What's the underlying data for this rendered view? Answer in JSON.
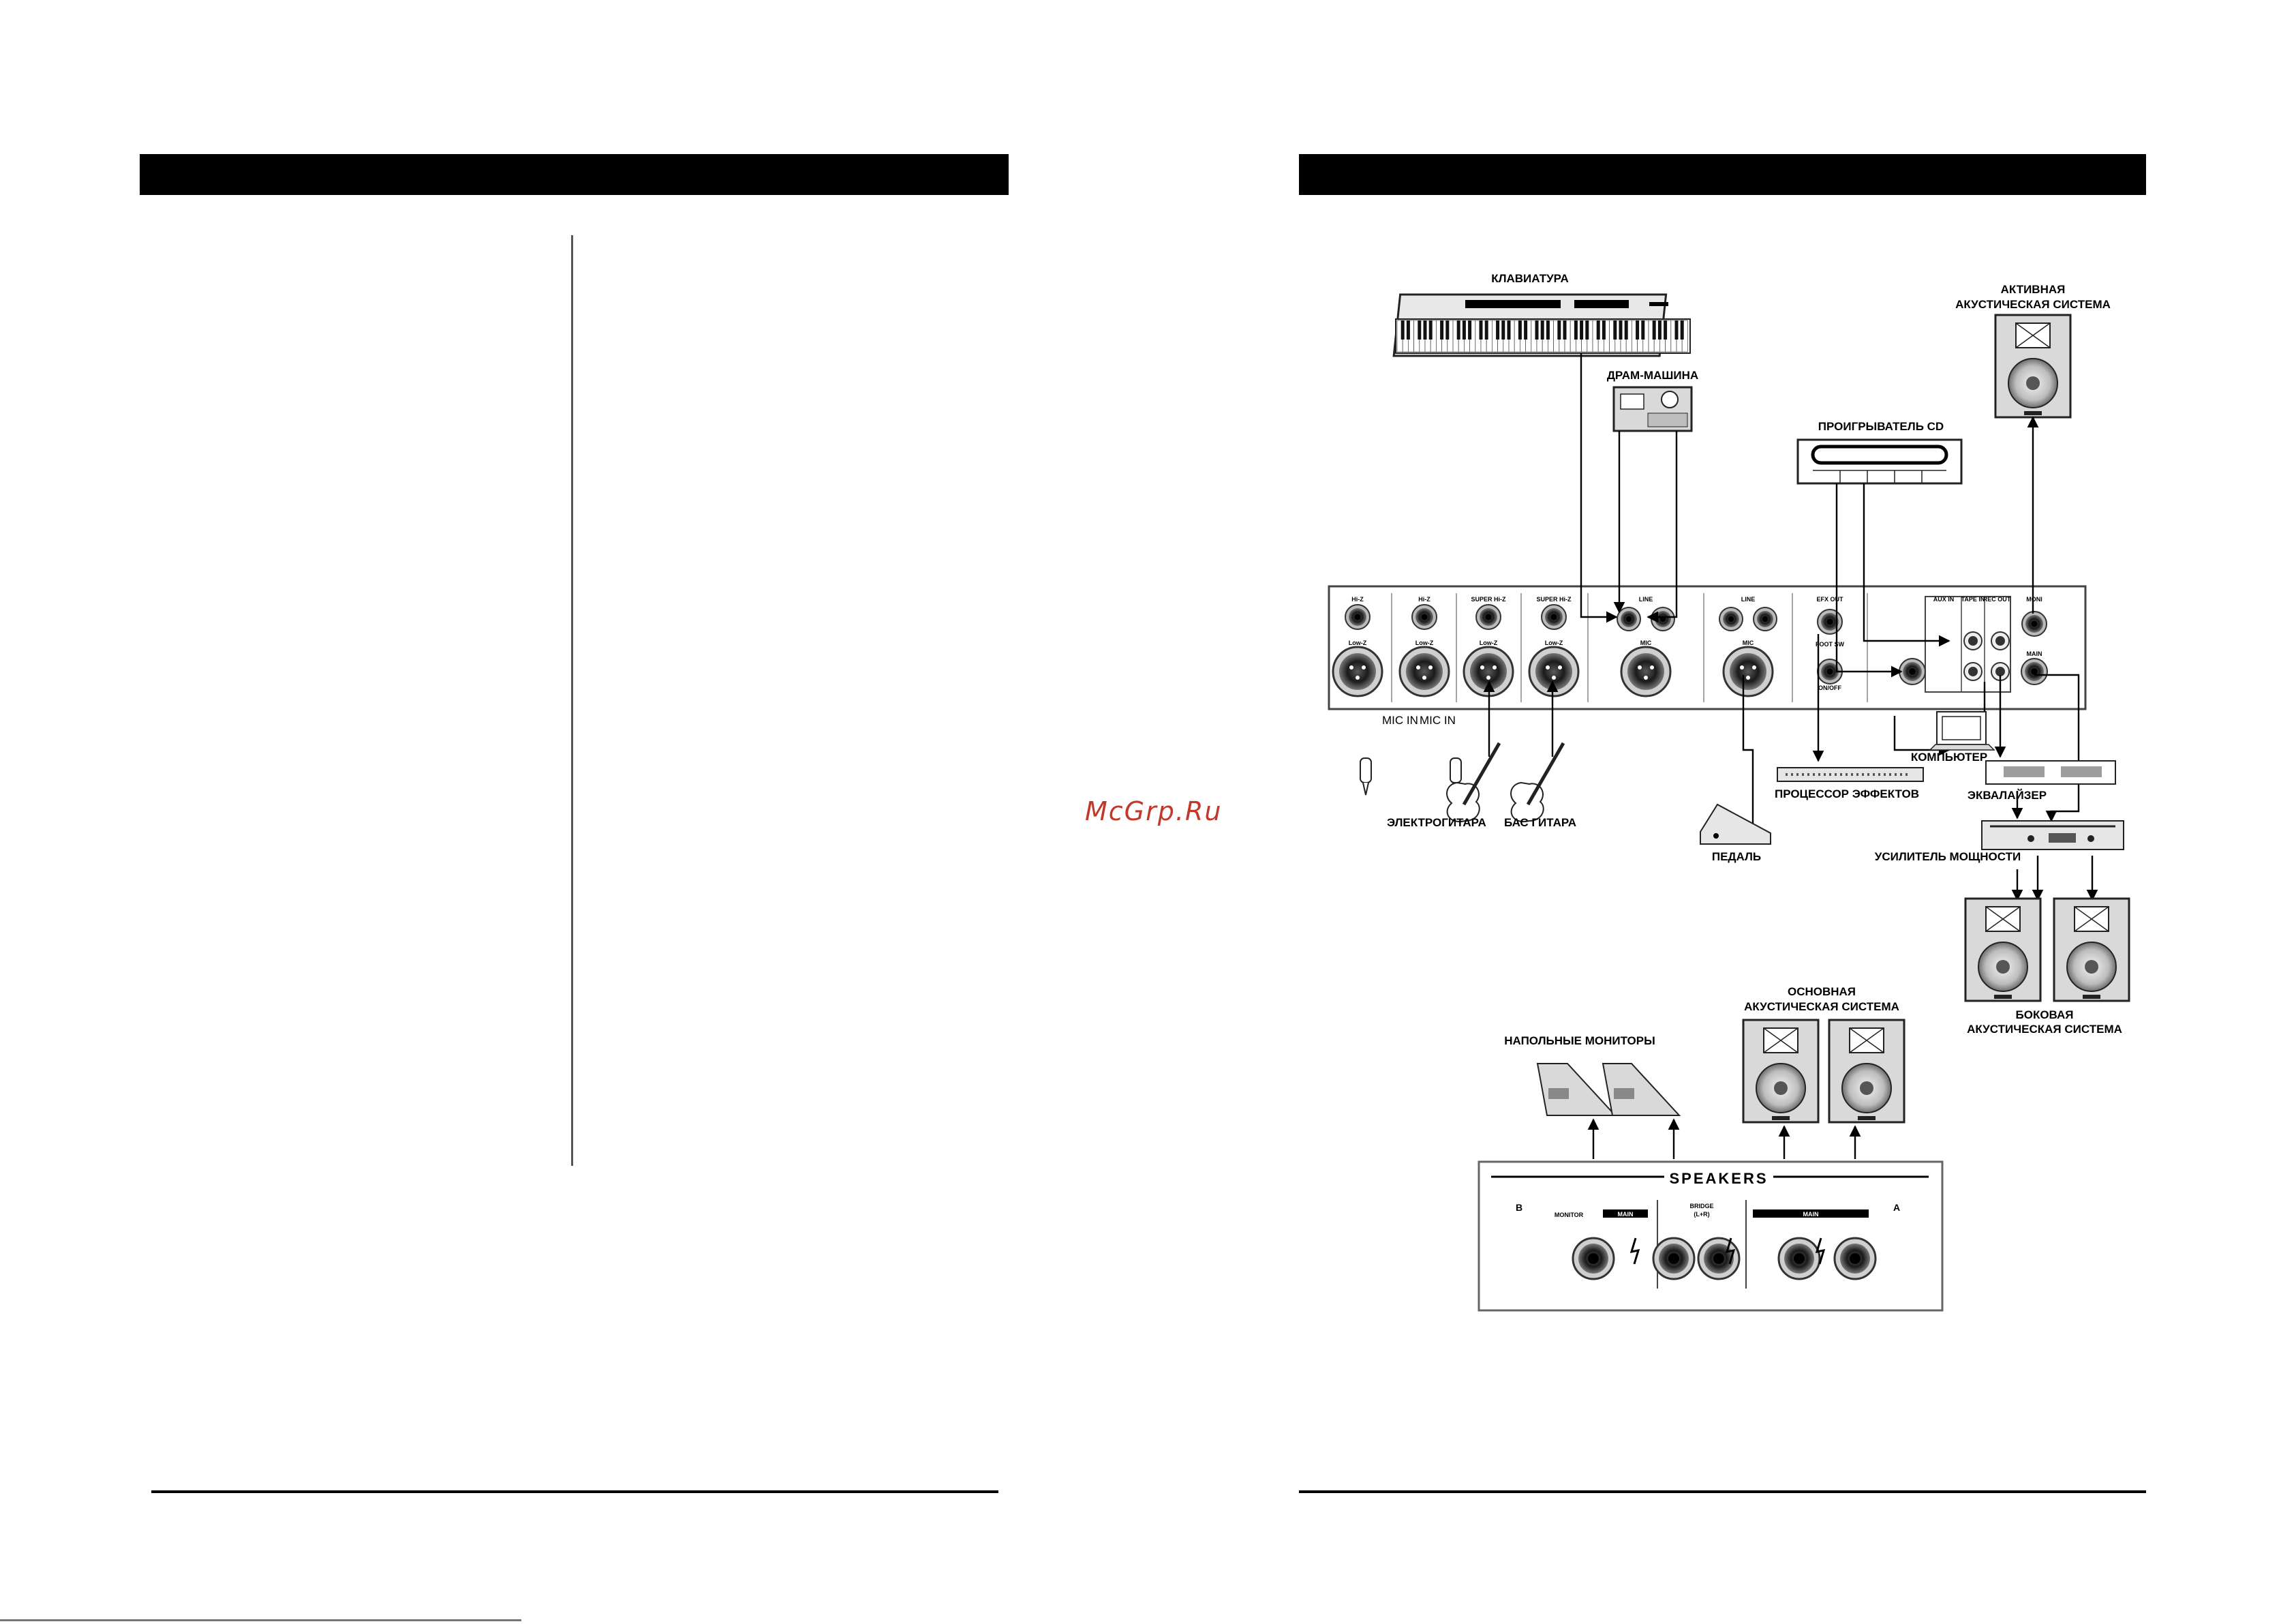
{
  "watermark": "McGrp.Ru",
  "colors": {
    "header_bar": "#000000",
    "watermark": "#c0392b",
    "panel_bg": "#ffffff",
    "device_grey": "#d9d9d9"
  },
  "icons": [
    "keyboard-icon",
    "drum-machine-icon",
    "cd-player-icon",
    "speaker-icon",
    "microphone-icon",
    "guitar-icon",
    "pedal-icon",
    "computer-icon",
    "equalizer-icon",
    "amplifier-icon",
    "floor-monitor-icon",
    "xlr-jack-icon",
    "quarter-inch-jack-icon"
  ],
  "diagram": {
    "labels": {
      "keyboard": "КЛАВИАТУРА",
      "drum_machine": "ДРАМ-МАШИНА",
      "cd_player": "ПРОИГРЫВАТЕЛЬ CD",
      "active_speaker_1": "АКТИВНАЯ",
      "active_speaker_2": "АКУСТИЧЕСКАЯ СИСТЕМА",
      "mic_in_1": "MIC IN",
      "mic_in_2": "MIC IN",
      "electric_guitar": "ЭЛЕКТРОГИТАРА",
      "bass_guitar": "БАС ГИТАРА",
      "pedal": "ПЕДАЛЬ",
      "effects_processor": "ПРОЦЕССОР ЭФФЕКТОВ",
      "computer": "КОМПЬЮТЕР",
      "equalizer": "ЭКВАЛАЙЗЕР",
      "power_amp": "УСИЛИТЕЛЬ МОЩНОСТИ",
      "side_speaker_1": "БОКОВАЯ",
      "side_speaker_2": "АКУСТИЧЕСКАЯ СИСТЕМА",
      "main_speaker_1": "ОСНОВНАЯ",
      "main_speaker_2": "АКУСТИЧЕСКАЯ СИСТЕМА",
      "floor_monitors": "НАПОЛЬНЫЕ МОНИТОРЫ"
    },
    "mixer_panel": {
      "channels": [
        "Hi-Z",
        "Hi-Z",
        "SUPER Hi-Z",
        "SUPER Hi-Z",
        "LINE",
        "LINE",
        "EFX OUT",
        "AUX IN",
        "TAPE IN",
        "REC OUT",
        "MONI"
      ],
      "sub_labels": [
        "Low-Z",
        "Low-Z",
        "Low-Z",
        "Low-Z",
        "MIC",
        "MIC",
        "FOOT SW",
        "MAIN",
        "ON/OFF"
      ]
    },
    "speakers_panel": {
      "title": "SPEAKERS",
      "side_b": "B",
      "side_a": "A",
      "monitor": "MONITOR",
      "main_left": "MAIN",
      "bridge": "BRIDGE",
      "bridge_sub": "(L+R)",
      "main_right": "MAIN"
    }
  }
}
